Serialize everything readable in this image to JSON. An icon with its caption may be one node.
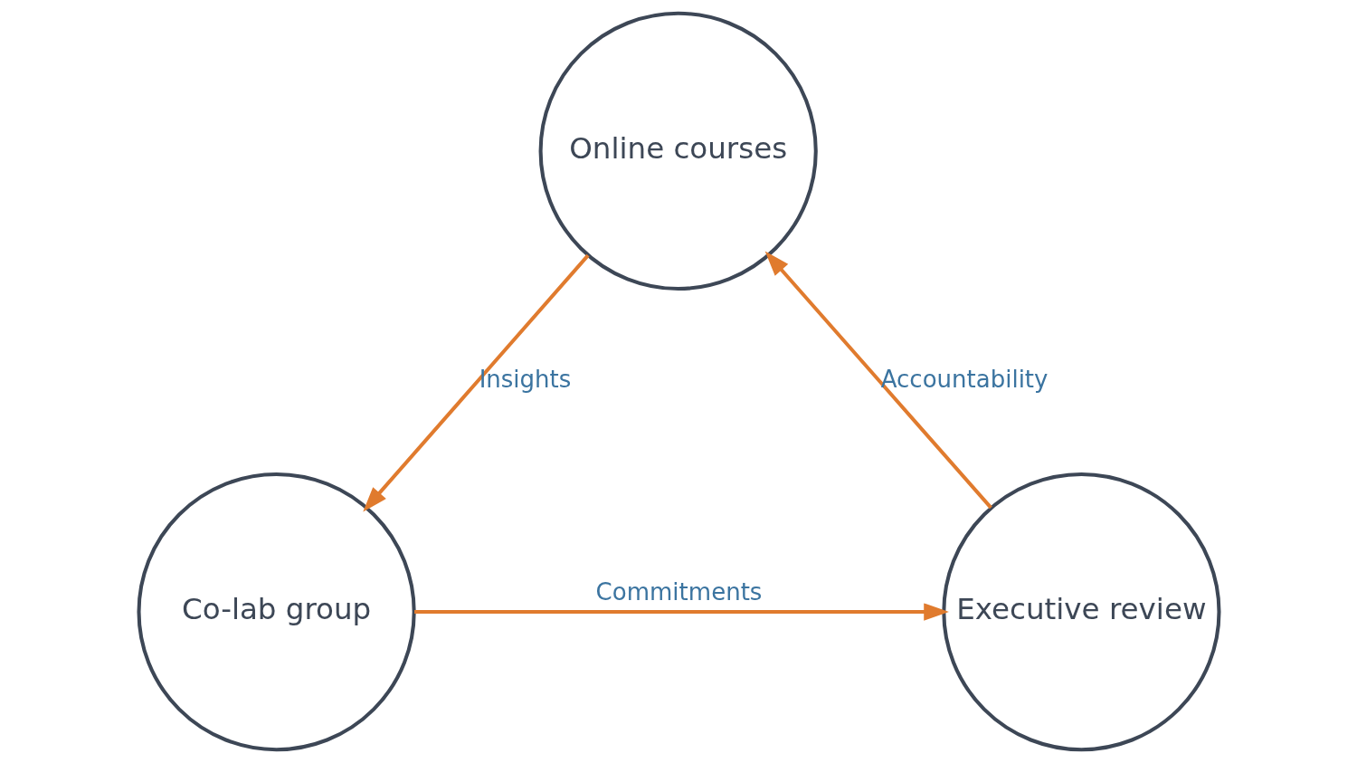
{
  "diagram": {
    "nodes": [
      {
        "text": [
          "Online courses"
        ]
      },
      {
        "text": [
          "Co-lab group"
        ]
      },
      {
        "text": [
          "Executive review"
        ]
      }
    ],
    "edges": [
      {
        "from": 0,
        "to": 1,
        "arrow": "to",
        "label": "Insights"
      },
      {
        "from": 1,
        "to": 2,
        "arrow": "to",
        "label": "Commitments"
      },
      {
        "from": 2,
        "to": 0,
        "arrow": "to",
        "label": "Accountability"
      }
    ]
  }
}
